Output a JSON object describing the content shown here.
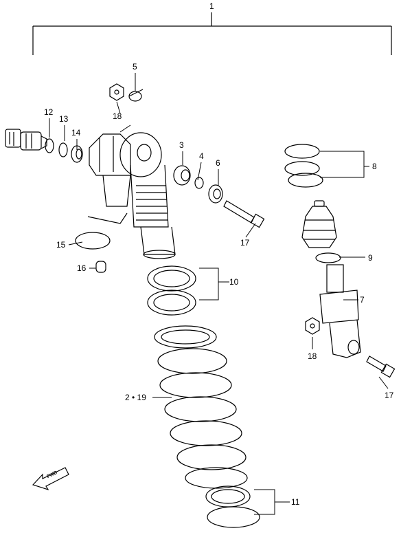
{
  "diagram": {
    "labels": {
      "assembly": "1",
      "l5": "5",
      "l18a": "18",
      "l12": "12",
      "l13": "13",
      "l14": "14",
      "l3": "3",
      "l4": "4",
      "l6": "6",
      "l8": "8",
      "l15": "15",
      "l17a": "17",
      "l16": "16",
      "l10": "10",
      "l9": "9",
      "l7": "7",
      "l18b": "18",
      "l17b": "17",
      "l2_19": "2 • 19",
      "l11": "11"
    },
    "fwd_label": "FWD",
    "line_color": "#000000"
  }
}
